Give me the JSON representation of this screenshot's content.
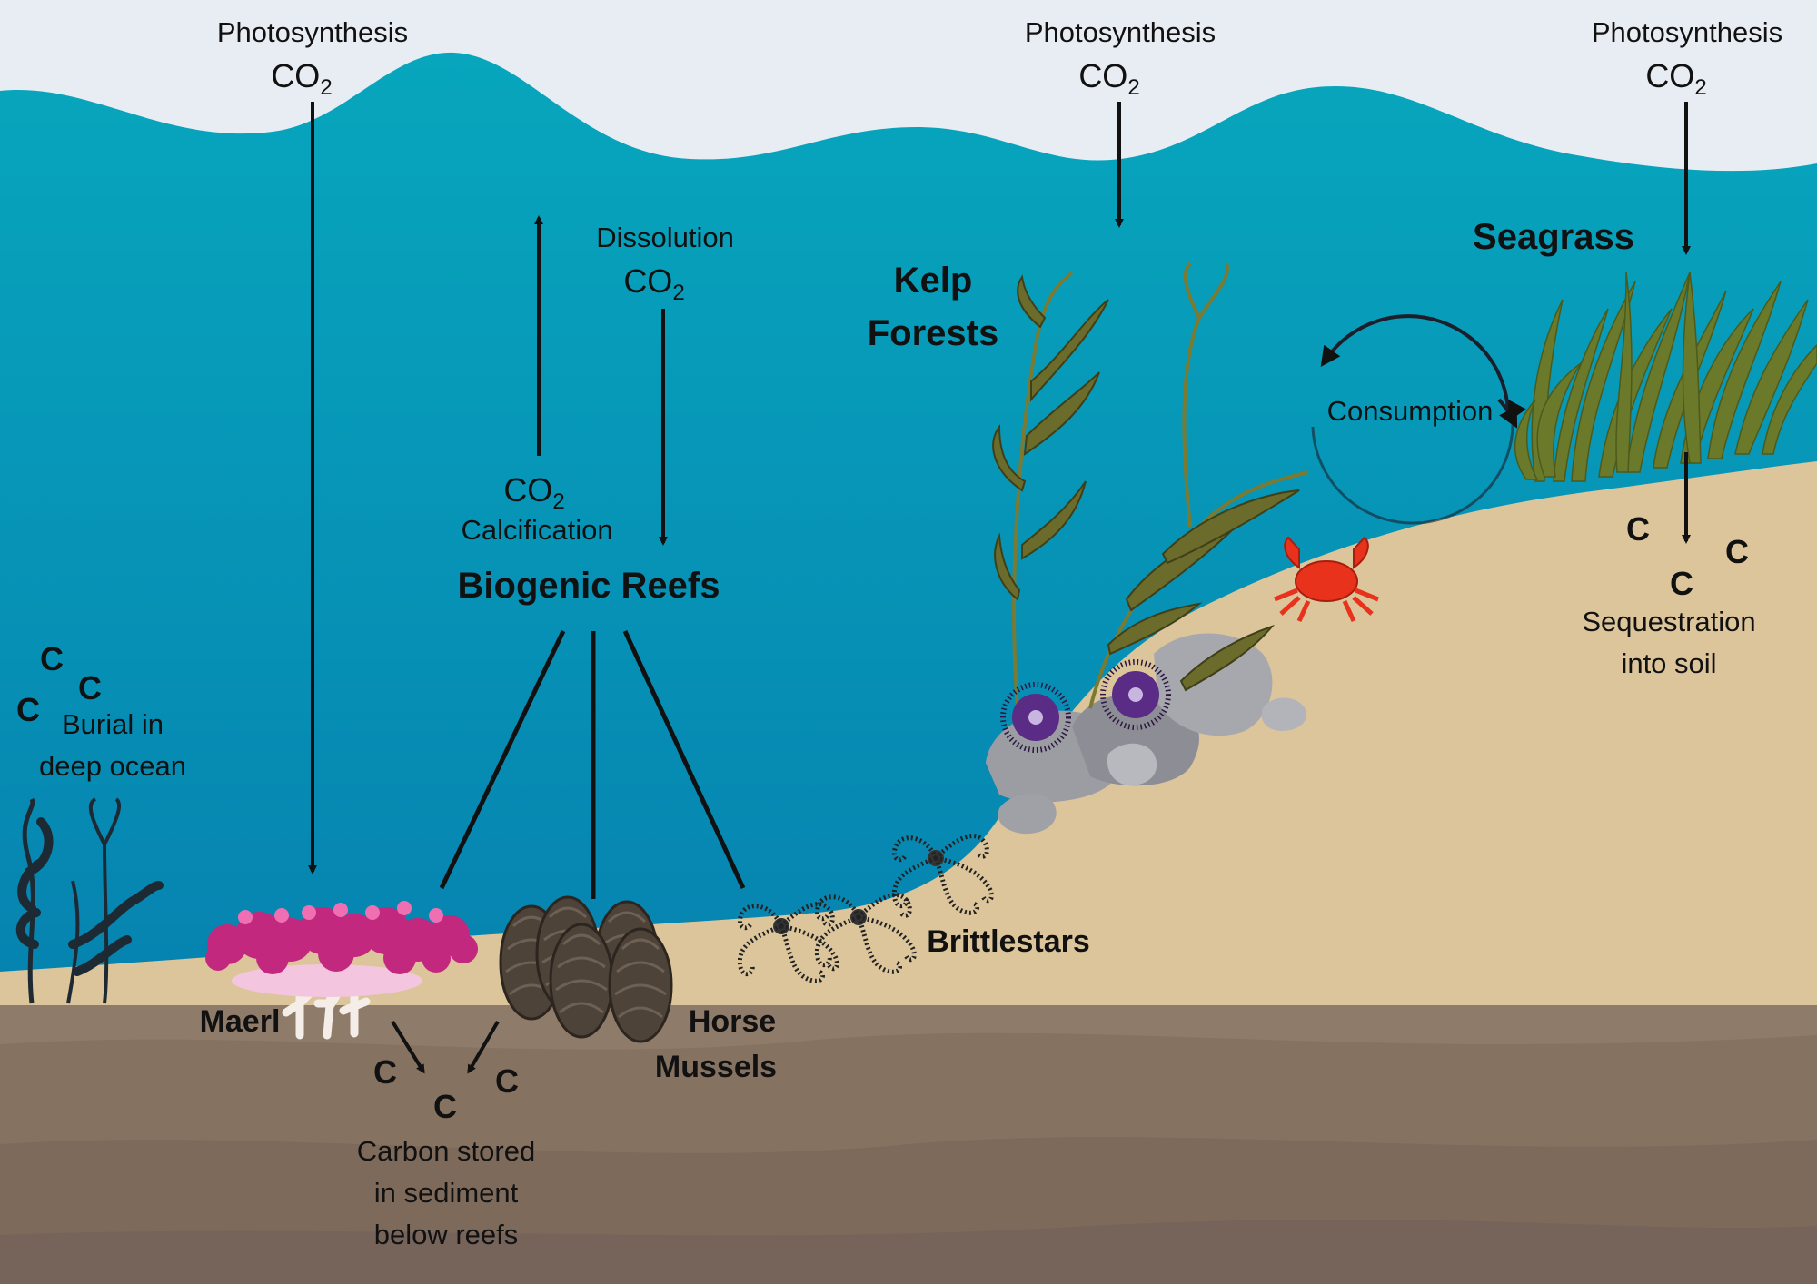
{
  "colors": {
    "sky": "#e8edf3",
    "water_top": "#07a6bd",
    "water_bottom": "#0678ac",
    "sand": "#dcc59b",
    "sediment": "#8f7b6a",
    "kelp": "#6b6b2c",
    "seagrass": "#6a7a2a",
    "maerl": "#c2287e",
    "crab": "#e8321c",
    "urchin": "#5a2c86"
  },
  "labels": {
    "photosynthesis": "Photosynthesis",
    "co2": "CO",
    "co2_sub": "2",
    "dissolution": "Dissolution",
    "calcification": "Calcification",
    "biogenic_reefs": "Biogenic Reefs",
    "kelp_line1": "Kelp",
    "kelp_line2": "Forests",
    "seagrass": "Seagrass",
    "consumption": "Consumption",
    "burial_line1": "Burial in",
    "burial_line2": "deep ocean",
    "maerl": "Maerl",
    "horse_line1": "Horse",
    "horse_line2": "Mussels",
    "brittlestars": "Brittlestars",
    "stored_line1": "Carbon stored",
    "stored_line2": "in sediment",
    "stored_line3": "below reefs",
    "seq_line1": "Sequestration",
    "seq_line2": "into soil",
    "carbon": "C"
  },
  "icons": [
    "kelp-icon",
    "seagrass-icon",
    "maerl-icon",
    "mussel-icon",
    "brittlestar-icon",
    "crab-icon",
    "sea-urchin-icon",
    "rock-icon",
    "arrow-icon",
    "cycle-arrow-icon"
  ]
}
